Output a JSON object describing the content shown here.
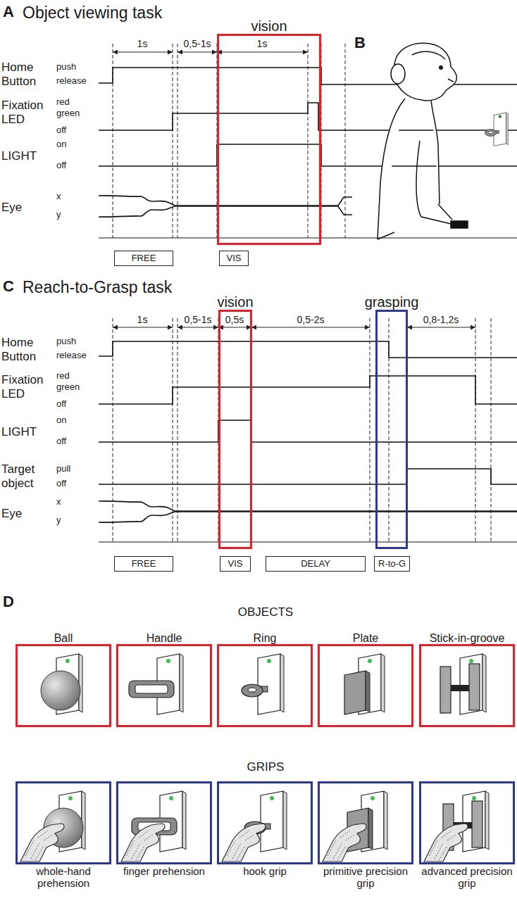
{
  "diagram": {
    "nodes": [
      {
        "text": [
          "vision"
        ]
      },
      {
        "text": [
          "FREE"
        ]
      },
      {
        "text": [
          "VIS"
        ]
      },
      {
        "text": [
          "vision"
        ]
      },
      {
        "text": [
          "grasping"
        ]
      },
      {
        "text": [
          "FREE"
        ]
      },
      {
        "text": [
          "VIS"
        ]
      },
      {
        "text": [
          "DELAY"
        ]
      },
      {
        "text": [
          "R-to-G"
        ]
      },
      {
        "text": [
          "Ball"
        ]
      },
      {
        "text": [
          "Handle"
        ]
      },
      {
        "text": [
          "Ring"
        ]
      },
      {
        "text": [
          "Plate"
        ]
      },
      {
        "text": [
          "Stick-in-groove"
        ]
      },
      {
        "text": [
          "whole-hand prehension"
        ]
      },
      {
        "text": [
          "finger prehension"
        ]
      },
      {
        "text": [
          "hook grip"
        ]
      },
      {
        "text": [
          "primitive precision grip"
        ]
      },
      {
        "text": [
          "advanced precision grip"
        ]
      }
    ],
    "labels": [
      "A",
      "Object viewing task",
      "1s",
      "0,5-1s",
      "1s",
      "Home Button",
      "push",
      "release",
      "Fixation LED",
      "red",
      "green",
      "off",
      "LIGHT",
      "on",
      "off",
      "Eye",
      "x",
      "y",
      "B",
      "C",
      "Reach-to-Grasp task",
      "1s",
      "0,5-1s",
      "0,5s",
      "0,5-2s",
      "0,8-1,2s",
      "Home Button",
      "push",
      "release",
      "Fixation LED",
      "red",
      "green",
      "off",
      "LIGHT",
      "on",
      "off",
      "Target object",
      "pull",
      "off",
      "Eye",
      "x",
      "y",
      "D",
      "OBJECTS",
      "GRIPS"
    ]
  }
}
